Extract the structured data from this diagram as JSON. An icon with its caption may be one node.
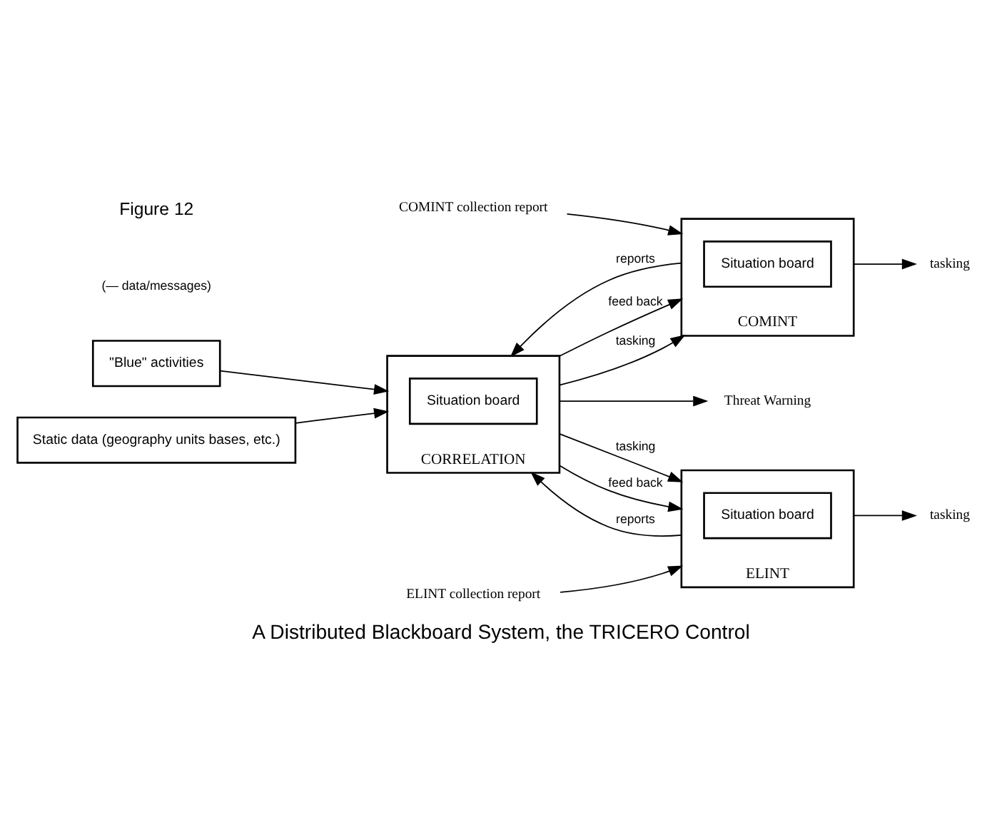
{
  "diagram": {
    "caption": "A Distributed Blackboard System, the TRICERO Control",
    "nodes": [
      {
        "text": [
          "COMINT collection report"
        ]
      },
      {
        "text": [
          "COMINT"
        ]
      },
      {
        "text": [
          "Situation board"
        ],
        "in": 1
      },
      {
        "text": [
          "tasking"
        ]
      },
      {
        "text": [
          "\"Blue\" activities"
        ]
      },
      {
        "text": [
          "CORRELATION"
        ]
      },
      {
        "text": [
          "Situation board"
        ],
        "in": 5
      },
      {
        "text": [
          "Threat Warning"
        ]
      },
      {
        "text": [
          "ELINT collection report"
        ]
      },
      {
        "text": [
          "ELINT"
        ]
      },
      {
        "text": [
          "Situation board"
        ],
        "in": 9
      },
      {
        "text": [
          "tasking"
        ]
      },
      {
        "text": [
          "Static data (geography units bases, etc.)"
        ]
      }
    ],
    "edges": [
      {
        "from": 0,
        "to": 1,
        "arrow": "to"
      },
      {
        "from": 1,
        "to": 3,
        "arrow": "to"
      },
      {
        "from": 1,
        "to": 5,
        "arrow": "to",
        "label": "reports"
      },
      {
        "from": 5,
        "to": 1,
        "arrow": "to",
        "label": "feed back"
      },
      {
        "from": 5,
        "to": 1,
        "arrow": "to",
        "label": "tasking"
      },
      {
        "from": 4,
        "to": 5,
        "arrow": "to"
      },
      {
        "from": 5,
        "to": 7,
        "arrow": "to"
      },
      {
        "from": 8,
        "to": 9,
        "arrow": "to"
      },
      {
        "from": 9,
        "to": 11,
        "arrow": "to"
      },
      {
        "from": 5,
        "to": 9,
        "arrow": "to",
        "label": "tasking"
      },
      {
        "from": 5,
        "to": 9,
        "arrow": "to",
        "label": "feed back"
      },
      {
        "from": 9,
        "to": 5,
        "arrow": "to",
        "label": "reports"
      },
      {
        "from": 12,
        "to": 5,
        "arrow": "to"
      }
    ],
    "labels": [
      "(— data/messages)",
      "Figure 12"
    ]
  }
}
